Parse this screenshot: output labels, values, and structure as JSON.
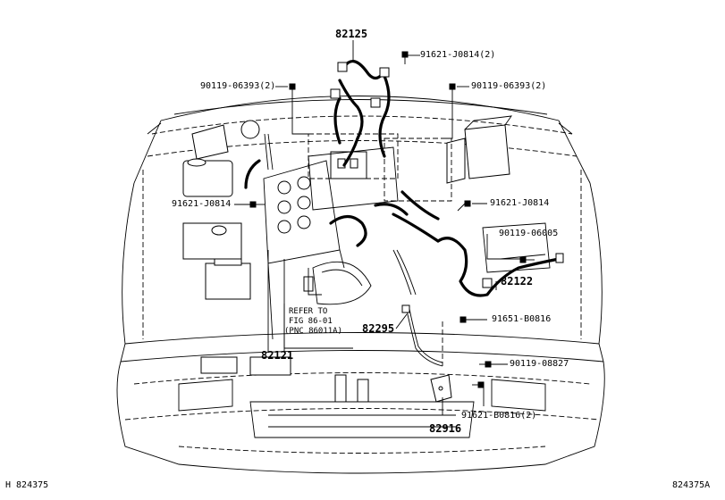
{
  "labels": {
    "p82125": "82125",
    "p91621_J0814_2": "91621-J0814(2)",
    "p90119_06393_2_left": "90119-06393(2)",
    "p90119_06393_2_right": "90119-06393(2)",
    "p91621_J0814_left": "91621-J0814",
    "p91621_J0814_right": "91621-J0814",
    "p90119_06005": "90119-06005",
    "p82122": "82122",
    "p91651_B0816": "91651-B0816",
    "p82295": "82295",
    "p90119_08827": "90119-08827",
    "p82121": "82121",
    "p91621_B0816_2": "91621-B0816(2)",
    "p82916": "82916"
  },
  "refer_note": {
    "line1": "REFER TO",
    "line2": "FIG 86-01",
    "line3": "(PNC 86011A)"
  },
  "footer": {
    "left": "H 824375",
    "right": "824375A"
  },
  "icons": [
    "bolt-icon",
    "wire-harness-icon",
    "connector-icon",
    "bracket-icon"
  ]
}
